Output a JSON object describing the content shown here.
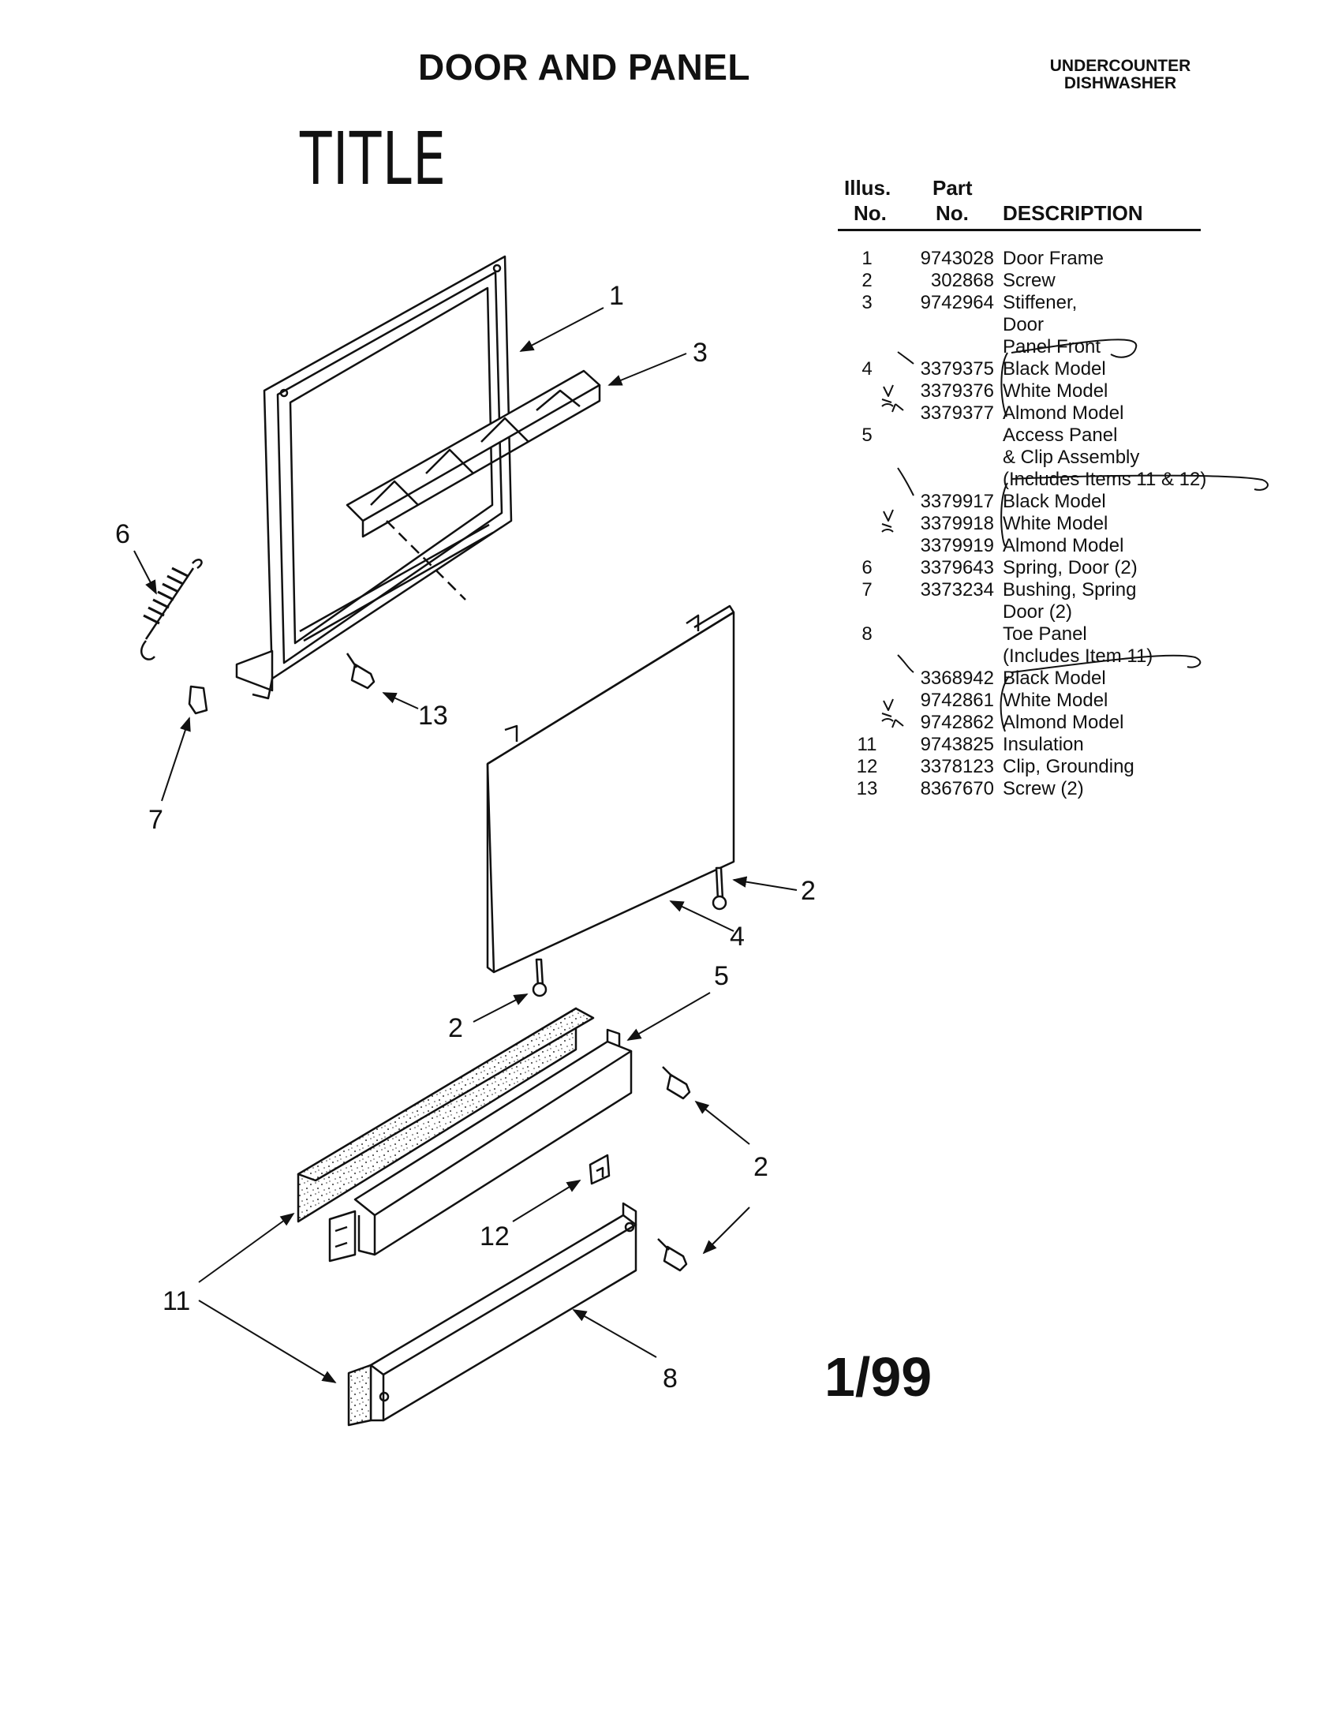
{
  "header": {
    "title": "DOOR AND PANEL",
    "subtitle_line1": "UNDERCOUNTER",
    "subtitle_line2": "DISHWASHER",
    "handwritten_note": "TITLE"
  },
  "table": {
    "headers": {
      "illus_line1": "Illus.",
      "illus_line2": "No.",
      "part_line1": "Part",
      "part_line2": "No.",
      "description": "DESCRIPTION"
    },
    "rows": [
      {
        "illus": "1",
        "part": "9743028",
        "desc": "Door Frame"
      },
      {
        "illus": "2",
        "part": "302868",
        "desc": "Screw"
      },
      {
        "illus": "3",
        "part": "9742964",
        "desc": "Stiffener,"
      },
      {
        "illus": "",
        "part": "",
        "desc": "Door"
      },
      {
        "illus": "",
        "part": "",
        "desc": "Panel Front"
      },
      {
        "illus": "4",
        "part": "3379375",
        "desc": "Black Model"
      },
      {
        "illus": "",
        "part": "3379376",
        "desc": "White Model"
      },
      {
        "illus": "",
        "part": "3379377",
        "desc": "Almond Model"
      },
      {
        "illus": "5",
        "part": "",
        "desc": "Access Panel"
      },
      {
        "illus": "",
        "part": "",
        "desc": "& Clip Assembly"
      },
      {
        "illus": "",
        "part": "",
        "desc": "(Includes Items 11 & 12)"
      },
      {
        "illus": "",
        "part": "3379917",
        "desc": "Black Model"
      },
      {
        "illus": "",
        "part": "3379918",
        "desc": "White Model"
      },
      {
        "illus": "",
        "part": "3379919",
        "desc": "Almond Model"
      },
      {
        "illus": "6",
        "part": "3379643",
        "desc": "Spring, Door (2)"
      },
      {
        "illus": "7",
        "part": "3373234",
        "desc": "Bushing, Spring"
      },
      {
        "illus": "",
        "part": "",
        "desc": "Door (2)"
      },
      {
        "illus": "8",
        "part": "",
        "desc": "Toe Panel"
      },
      {
        "illus": "",
        "part": "",
        "desc": "(Includes Item 11)"
      },
      {
        "illus": "",
        "part": "3368942",
        "desc": "Black Model"
      },
      {
        "illus": "",
        "part": "9742861",
        "desc": "White Model"
      },
      {
        "illus": "",
        "part": "9742862",
        "desc": "Almond Model"
      },
      {
        "illus": "11",
        "part": "9743825",
        "desc": "Insulation"
      },
      {
        "illus": "12",
        "part": "3378123",
        "desc": "Clip, Grounding"
      },
      {
        "illus": "13",
        "part": "8367670",
        "desc": "Screw (2)"
      }
    ]
  },
  "diagram": {
    "callouts": {
      "c1": "1",
      "c3": "3",
      "c6": "6",
      "c7": "7",
      "c13": "13",
      "c2a": "2",
      "c4": "4",
      "c2b": "2",
      "c5": "5",
      "c2c": "2",
      "c12": "12",
      "c11": "11",
      "c8": "8"
    }
  },
  "footer": {
    "date": "1/99"
  }
}
